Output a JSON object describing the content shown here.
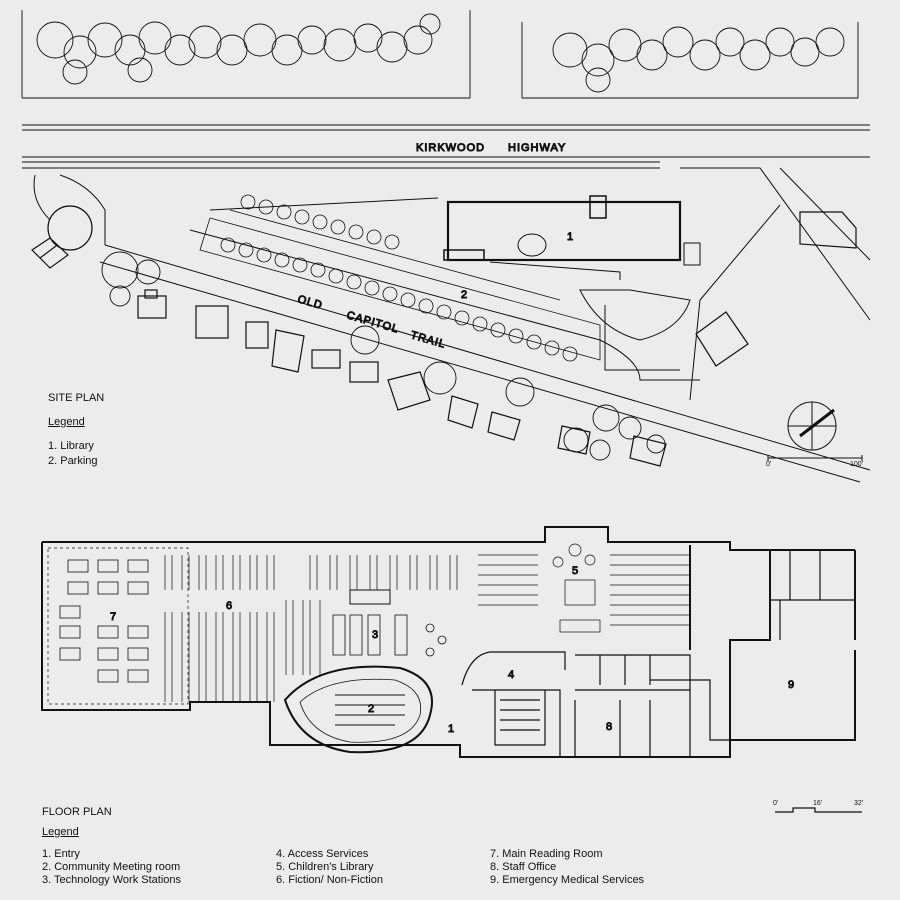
{
  "site_plan": {
    "title": "SITE PLAN",
    "legend_heading": "Legend",
    "legend": [
      "1. Library",
      "2. Parking"
    ],
    "road_top_1": "KIRKWOOD",
    "road_top_2": "HIGHWAY",
    "road_diag": [
      "OLD",
      "CAPITOL",
      "TRAIL"
    ],
    "marker_library": "1",
    "marker_parking": "2",
    "scale_start": "0'",
    "scale_end": "100'"
  },
  "floor_plan": {
    "title": "FLOOR PLAN",
    "legend_heading": "Legend",
    "legend_col1": [
      "1. Entry",
      "2. Community Meeting room",
      "3. Technology Work Stations"
    ],
    "legend_col2": [
      "4. Access Services",
      "5. Children's Library",
      "6. Fiction/ Non-Fiction"
    ],
    "legend_col3": [
      "7. Main Reading Room",
      "8. Staff Office",
      "9. Emergency Medical Services"
    ],
    "room_numbers": [
      "1",
      "2",
      "3",
      "4",
      "5",
      "6",
      "7",
      "8",
      "9"
    ],
    "scale_labels": [
      "0'",
      "16'",
      "32'"
    ]
  },
  "colors": {
    "background": "#ececec",
    "line": "#111111"
  }
}
